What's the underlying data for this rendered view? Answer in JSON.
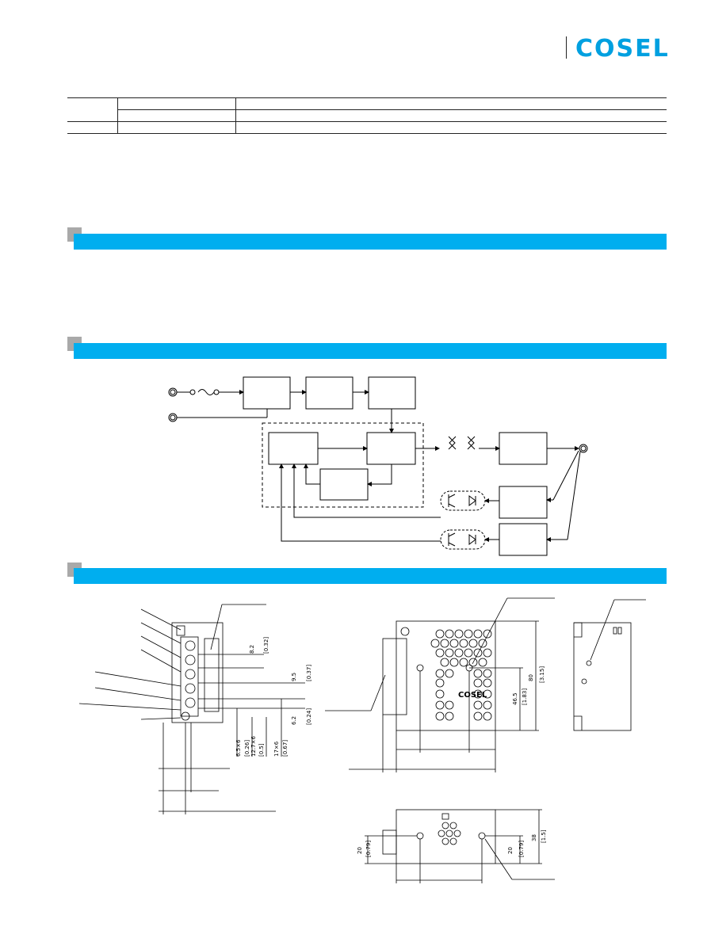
{
  "brand": {
    "logo_text": "COSEL",
    "accent_color": "#00aeef",
    "logo_color": "#00a0e0"
  },
  "diagram_labels": {
    "dim_8_2": "8.2",
    "dim_0_32": "[0.32]",
    "dim_9_5": "9.5",
    "dim_0_37": "[0.37]",
    "dim_6_2": "6.2",
    "dim_0_24": "[0.24]",
    "dim_6_5": "6.5×6",
    "dim_0_26": "[0.26]",
    "dim_12_7": "12.7×6",
    "dim_0_5": "[0.5]",
    "dim_17": "17×6",
    "dim_0_67": "[0.67]",
    "dim_80": "80",
    "dim_3_15": "[3.15]",
    "dim_46_5": "46.5",
    "dim_1_83": "[1.83]",
    "dim_20a": "20",
    "dim_0_79a": "[0.79]",
    "dim_20b": "20",
    "dim_0_79b": "[0.79]",
    "dim_38": "38",
    "dim_1_5": "[1.5]",
    "mini_logo": "COSEL"
  }
}
